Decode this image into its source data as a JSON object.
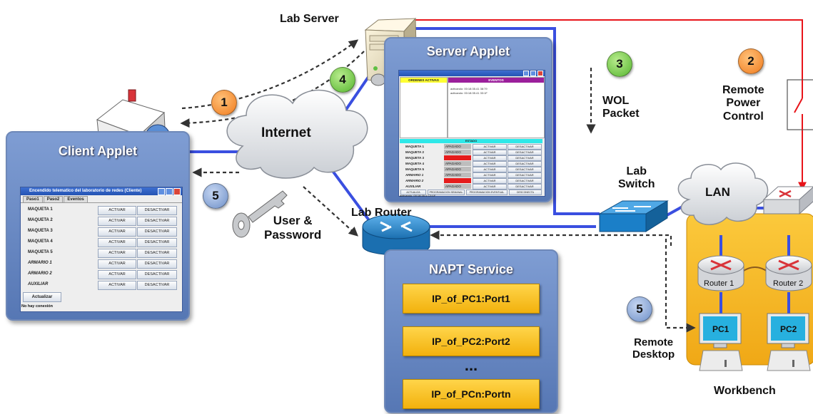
{
  "labels": {
    "lab_server": "Lab Server",
    "server_applet": "Server Applet",
    "client_applet": "Client Applet",
    "internet": "Internet",
    "lab_router": "Lab Router",
    "lab_switch": "Lab\nSwitch",
    "lan": "LAN",
    "user_password": "User &\nPassword",
    "wol_packet": "WOL\nPacket",
    "remote_power_control": "Remote\nPower\nControl",
    "remote_desktop": "Remote\nDesktop",
    "workbench": "Workbench",
    "napt_service": "NAPT Service",
    "router1": "Router 1",
    "router2": "Router 2",
    "pc1": "PC1",
    "pc2": "PC2"
  },
  "steps": {
    "s1": "1",
    "s2": "2",
    "s3": "3",
    "s4": "4",
    "s5a": "5",
    "s5b": "5"
  },
  "napt": {
    "items": [
      "IP_of_PC1:Port1",
      "IP_of_PC2:Port2",
      "IP_of_PCn:Portn"
    ],
    "ellipsis": "..."
  },
  "client_window": {
    "title": "Encendido telematico del laboratorio de redes (Cliente)",
    "tabs": [
      "Paso1",
      "Paso2",
      "Eventos"
    ],
    "rows": [
      {
        "name": "MAQUETA 1",
        "italic": false
      },
      {
        "name": "MAQUETA 2",
        "italic": false
      },
      {
        "name": "MAQUETA 3",
        "italic": false
      },
      {
        "name": "MAQUETA 4",
        "italic": false
      },
      {
        "name": "MAQUETA 5",
        "italic": false
      },
      {
        "name": "ARMARIO 1",
        "italic": true
      },
      {
        "name": "ARMARIO 2",
        "italic": true
      },
      {
        "name": "AUXILIAR",
        "italic": true
      }
    ],
    "activate_label": "ACTIVAR",
    "deactivate_label": "DESACTIVAR",
    "update_button": "Actualizar",
    "status": "No hay conexión"
  },
  "server_window": {
    "col1_header": "ORDENES ACTIVAS",
    "col2_header": "EVENTOS",
    "log_lines": [
      "activando: 00:18:35.41 38:79",
      "activando: 00:18:35.41 33:1F"
    ],
    "state_header": "ESTADO",
    "rows": [
      {
        "name": "MAQUETA 1",
        "state": "APAGADO",
        "highlight": false
      },
      {
        "name": "MAQUETA 2",
        "state": "APAGADO",
        "highlight": false
      },
      {
        "name": "MAQUETA 3",
        "state": "",
        "highlight": true
      },
      {
        "name": "MAQUETA 4",
        "state": "APAGADO",
        "highlight": false
      },
      {
        "name": "MAQUETA 5",
        "state": "APAGADO",
        "highlight": false
      },
      {
        "name": "ARMARIO 1",
        "state": "APAGADO",
        "highlight": false
      },
      {
        "name": "ARMARIO 2",
        "state": "",
        "highlight": true
      },
      {
        "name": "AUXILIAR",
        "state": "APAGADO",
        "highlight": false
      }
    ],
    "activate_label": "ACTIVAR",
    "deactivate_label": "DESACTIVAR",
    "bottom_buttons": [
      "ACTUALIZA",
      "PROGRAMACION SEMANAL",
      "PROGRAMACION EVENTUAL",
      "DESCONECTA"
    ],
    "status": "activando: 00:18:35.4 C3:1F"
  },
  "colors": {
    "blue_link": "#3a4fe0",
    "power_line": "#e8141a",
    "dashed": "#3a3a3a",
    "panel": "#6f8fcf",
    "napt_item": "#f7c52a",
    "workbench": "#f7b928",
    "switch": "#1e90d6"
  },
  "icons": [
    "house-icon",
    "user-icon",
    "server-icon",
    "key-icon",
    "cloud-icon",
    "router-icon",
    "switch-icon",
    "pc-icon",
    "power-switch-icon"
  ]
}
